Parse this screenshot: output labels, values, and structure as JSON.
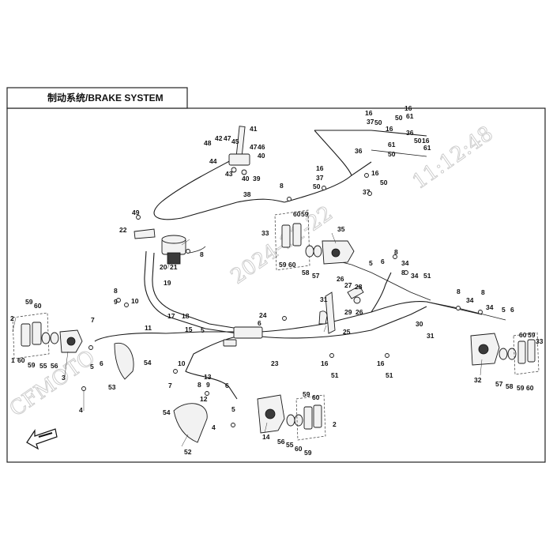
{
  "title": "制动系统/BRAKE SYSTEM",
  "watermarks": {
    "brand": "CFMOTO",
    "date": "2024-11-22",
    "time": "11:12:48"
  },
  "callouts": [
    "1",
    "2",
    "3",
    "4",
    "5",
    "6",
    "7",
    "8",
    "9",
    "10",
    "11",
    "12",
    "13",
    "14",
    "15",
    "16",
    "17",
    "18",
    "19",
    "20",
    "21",
    "22",
    "23",
    "24",
    "25",
    "26",
    "27",
    "28",
    "29",
    "30",
    "31",
    "32",
    "33",
    "34",
    "35",
    "36",
    "37",
    "38",
    "39",
    "40",
    "41",
    "42",
    "43",
    "44",
    "45",
    "46",
    "47",
    "48",
    "49",
    "50",
    "51",
    "52",
    "53",
    "54",
    "55",
    "56",
    "57",
    "58",
    "59",
    "60",
    "61"
  ],
  "colors": {
    "line": "#1a1a1a",
    "watermark": "#c9c9c9",
    "frame": "#222222"
  },
  "icons": [
    "front-direction-arrow-icon"
  ]
}
